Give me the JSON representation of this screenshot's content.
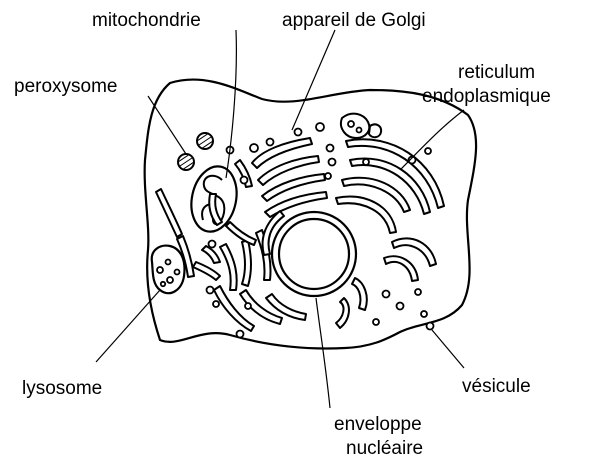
{
  "labels": {
    "mitochondrie": "mitochondrie",
    "golgi": "appareil de Golgi",
    "peroxysome": "peroxysome",
    "reticulum_line1": "reticulum",
    "reticulum_line2": "endoplasmique",
    "lysosome": "lysosome",
    "vesicule": "vésicule",
    "enveloppe_line1": "enveloppe",
    "enveloppe_line2": "nucléaire"
  }
}
